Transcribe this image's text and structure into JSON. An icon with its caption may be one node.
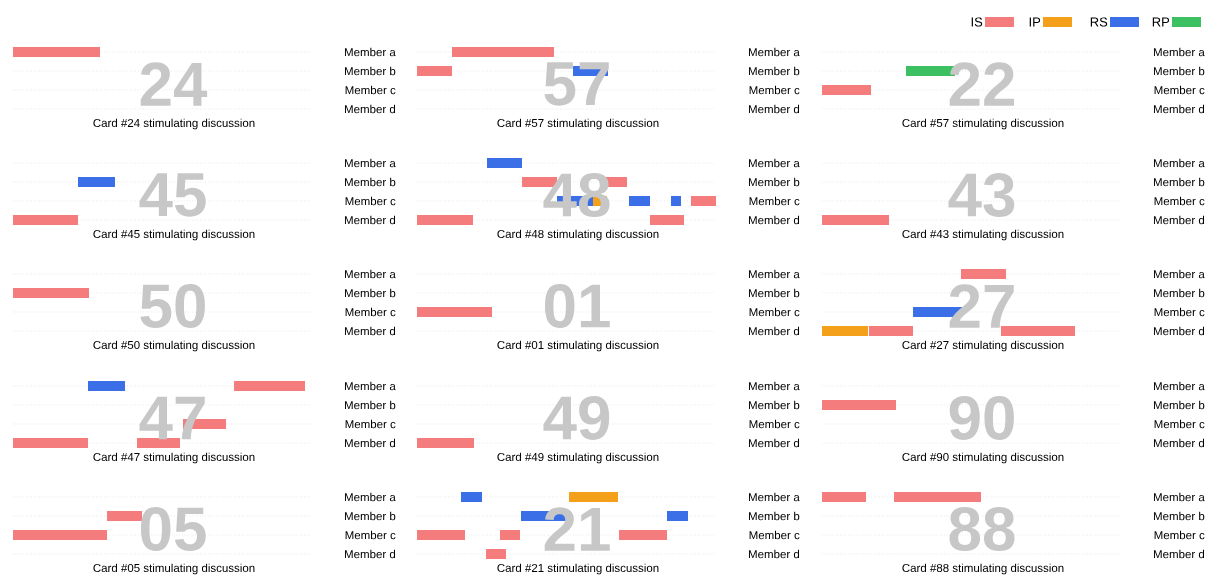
{
  "diagram": {
    "labels": [
      "24",
      "Member a",
      "Member b",
      "Member c",
      "Member d",
      "Card #24 stimulating discussion",
      "57",
      "Member a",
      "Member b",
      "Member c",
      "Member d",
      "Card #57 stimulating discussion",
      "22",
      "Member a",
      "Member b",
      "Member c",
      "Member d",
      "Card #57 stimulating discussion",
      "45",
      "Member a",
      "Member b",
      "Member c",
      "Member d",
      "Card #45 stimulating discussion",
      "48",
      "Member a",
      "Member b",
      "Member c",
      "Member d",
      "Card #48 stimulating discussion",
      "43",
      "Member a",
      "Member b",
      "Member c",
      "Member d",
      "Card #43 stimulating discussion",
      "50",
      "Member a",
      "Member b",
      "Member c",
      "Member d",
      "Card #50 stimulating discussion",
      "01",
      "Member a",
      "Member b",
      "Member c",
      "Member d",
      "Card #01 stimulating discussion",
      "27",
      "Member a",
      "Member b",
      "Member c",
      "Member d",
      "Card #27 stimulating discussion",
      "47",
      "Member a",
      "Member b",
      "Member c",
      "Member d",
      "Card #47 stimulating discussion",
      "49",
      "Member a",
      "Member b",
      "Member c",
      "Member d",
      "Card #49 stimulating discussion",
      "90",
      "Member a",
      "Member b",
      "Member c",
      "Member d",
      "Card #90 stimulating discussion",
      "05",
      "Member a",
      "Member b",
      "Member c",
      "Member d",
      "Card #05 stimulating discussion",
      "21",
      "Member a",
      "Member b",
      "Member c",
      "Member d",
      "Card #21 stimulating discussion",
      "88",
      "Member a",
      "Member b",
      "Member c",
      "Member d",
      "Card #88 stimulating discussion"
    ],
    "legend": [
      {
        "text": "IS",
        "color": "#f47c7c"
      },
      {
        "text": "IP",
        "color": "#f5a01a"
      },
      {
        "text": "RS",
        "color": "#3b6fe8"
      },
      {
        "text": "RP",
        "color": "#3cc062"
      }
    ]
  }
}
